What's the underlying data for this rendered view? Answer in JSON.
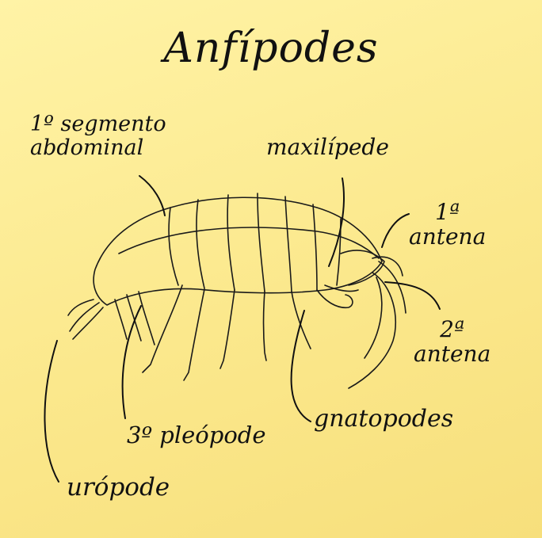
{
  "title": "Anfípodes",
  "labels": {
    "abdominal_line1": "1º segmento",
    "abdominal_line2": "abdominal",
    "maxilipede": "maxilípede",
    "antena1_line1": "1ª",
    "antena1_line2": "antena",
    "antena2_line1": "2ª",
    "antena2_line2": "antena",
    "gnatopodes": "gnatopodes",
    "pleopode": "3º pleópode",
    "uropode": "urópode"
  },
  "colors": {
    "note_background": "#fbe88c",
    "ink": "#111111"
  }
}
